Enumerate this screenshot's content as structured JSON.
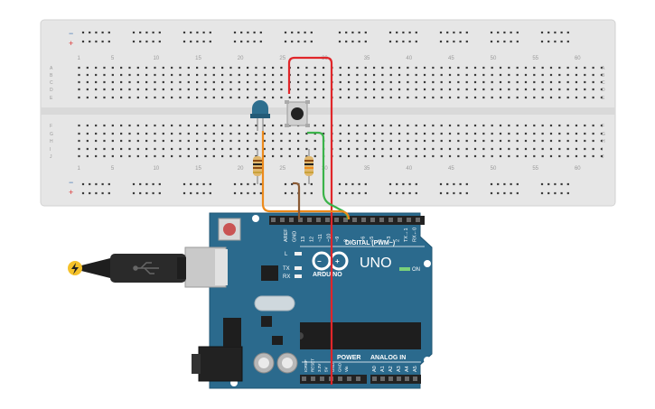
{
  "breadboard": {
    "top_numbers": [
      "1",
      "5",
      "10",
      "15",
      "20",
      "25",
      "30",
      "35",
      "40",
      "45",
      "50",
      "55",
      "60"
    ],
    "bottom_numbers": [
      "1",
      "5",
      "10",
      "15",
      "20",
      "25",
      "30",
      "35",
      "40",
      "45",
      "50",
      "55",
      "60"
    ],
    "row_letters_top": [
      "A",
      "B",
      "C",
      "D",
      "E"
    ],
    "row_letters_bottom": [
      "F",
      "G",
      "H",
      "I",
      "J"
    ],
    "rail_minus": "−",
    "rail_plus": "+"
  },
  "arduino": {
    "logo_text": "UNO",
    "brand_text": "ARDUINO",
    "on_label": "ON",
    "digital_label": "DIGITAL (PWM~)",
    "power_label": "POWER",
    "analog_label": "ANALOG IN",
    "l_label": "L",
    "tx_label": "TX",
    "rx_label": "RX",
    "digital_pins": [
      "AREF",
      "GND",
      "13",
      "12",
      "~11",
      "~10",
      "~9",
      "8",
      "7",
      "~6",
      "~5",
      "4",
      "~3",
      "2",
      "TX→1",
      "RX←0"
    ],
    "power_pins": [
      "IOREF",
      "RESET",
      "3.3V",
      "5V",
      "GND",
      "GND",
      "Vin"
    ],
    "analog_pins": [
      "A0",
      "A1",
      "A2",
      "A3",
      "A4",
      "A5"
    ]
  },
  "colors": {
    "board_blue": "#2b6a8d",
    "breadboard": "#e6e6e6",
    "wire_red": "#e0262a",
    "wire_green": "#3bb34a",
    "wire_orange": "#ec8a1c",
    "wire_brown": "#8a5a34",
    "led_blue": "#2d6e8e"
  }
}
